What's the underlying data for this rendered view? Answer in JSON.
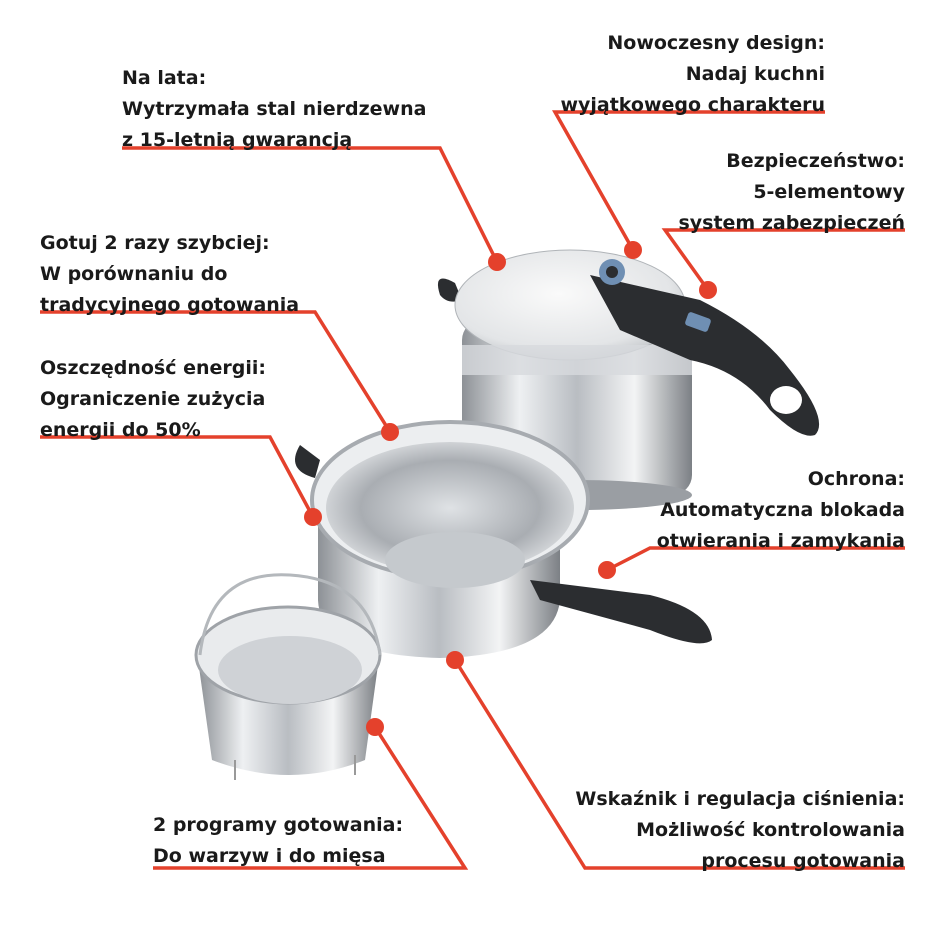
{
  "colors": {
    "accent": "#e4412c",
    "text": "#1a1a1a",
    "handle": "#2b2d30",
    "steel": "#c9ccd0",
    "valve_blue": "#6f8fb3"
  },
  "callouts": [
    {
      "id": "durability",
      "lines": [
        "Na lata:",
        "Wytrzymała stal nierdzewna",
        "z 15-letnią gwarancją"
      ]
    },
    {
      "id": "design",
      "lines": [
        "Nowoczesny design:",
        "Nadaj kuchni",
        "wyjątkowego charakteru"
      ]
    },
    {
      "id": "safety",
      "lines": [
        "Bezpieczeństwo:",
        "5-elementowy",
        "system zabezpieczeń"
      ]
    },
    {
      "id": "speed",
      "lines": [
        "Gotuj 2 razy szybciej:",
        "W porównaniu do",
        "tradycyjnego gotowania"
      ]
    },
    {
      "id": "energy",
      "lines": [
        "Oszczędność energii:",
        "Ograniczenie zużycia",
        "energii do 50%"
      ]
    },
    {
      "id": "protection",
      "lines": [
        "Ochrona:",
        "Automatyczna blokada",
        "otwierania i zamykania"
      ]
    },
    {
      "id": "pressure",
      "lines": [
        "Wskaźnik i regulacja ciśnienia:",
        "Możliwość kontrolowania",
        "procesu gotowania"
      ]
    },
    {
      "id": "programs",
      "lines": [
        "2 programy gotowania:",
        "Do warzyw i do mięsa"
      ]
    }
  ]
}
